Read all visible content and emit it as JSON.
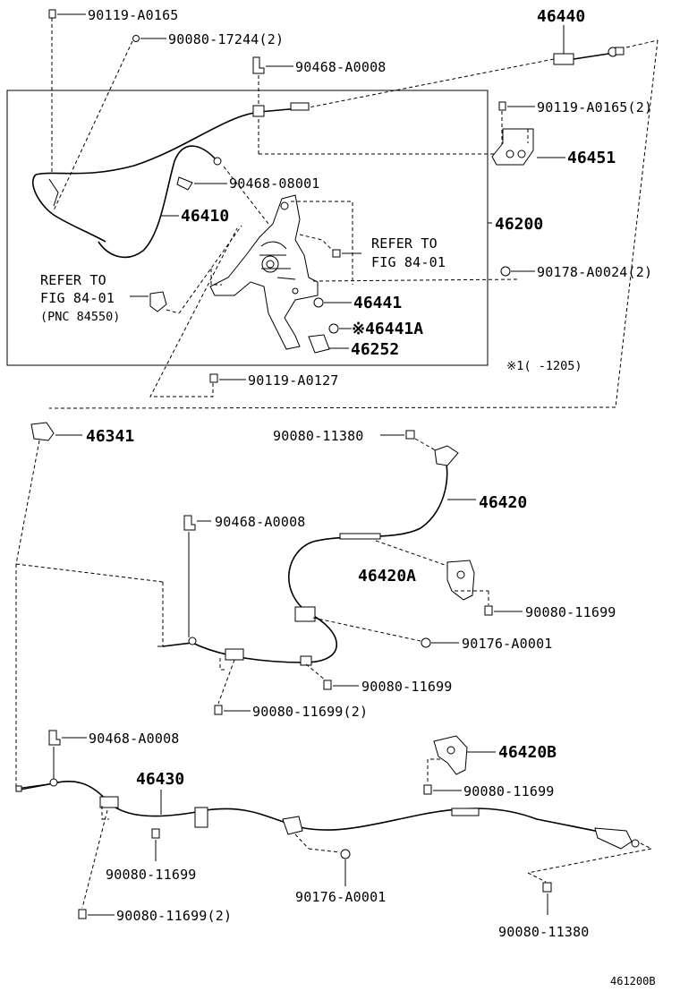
{
  "labels": {
    "p90119_A0165": "90119-A0165",
    "p90080_17244_2": "90080-17244(2)",
    "p90468_A0008_a": "90468-A0008",
    "p46440": "46440",
    "p90119_A0165_2": "90119-A0165(2)",
    "p46451": "46451",
    "p90468_08001": "90468-08001",
    "p46410": "46410",
    "p46200": "46200",
    "refer_to_r1": "REFER TO",
    "refer_fig_r2": "FIG 84-01",
    "refer_to_l1": "REFER TO",
    "refer_fig_l2": "FIG 84-01",
    "refer_pnc_l3": "(PNC 84550)",
    "p90178_A0024_2": "90178-A0024(2)",
    "p46441": "46441",
    "p46441A": "※46441A",
    "p46252": "46252",
    "range_note": "※1(  -1205)",
    "p90119_A0127": "90119-A0127",
    "p46341": "46341",
    "p90080_11380_a": "90080-11380",
    "p46420": "46420",
    "p90468_A0008_b": "90468-A0008",
    "p46420A": "46420A",
    "p90080_11699_a": "90080-11699",
    "p90176_A0001_a": "90176-A0001",
    "p90080_11699_b": "90080-11699",
    "p90080_11699_2a": "90080-11699(2)",
    "p90468_A0008_c": "90468-A0008",
    "p46420B": "46420B",
    "p46430": "46430",
    "p90080_11699_c": "90080-11699",
    "p90080_11699_d": "90080-11699",
    "p90176_A0001_b": "90176-A0001",
    "p90080_11699_2b": "90080-11699(2)",
    "p90080_11380_b": "90080-11380",
    "diagram_id": "461200B"
  }
}
